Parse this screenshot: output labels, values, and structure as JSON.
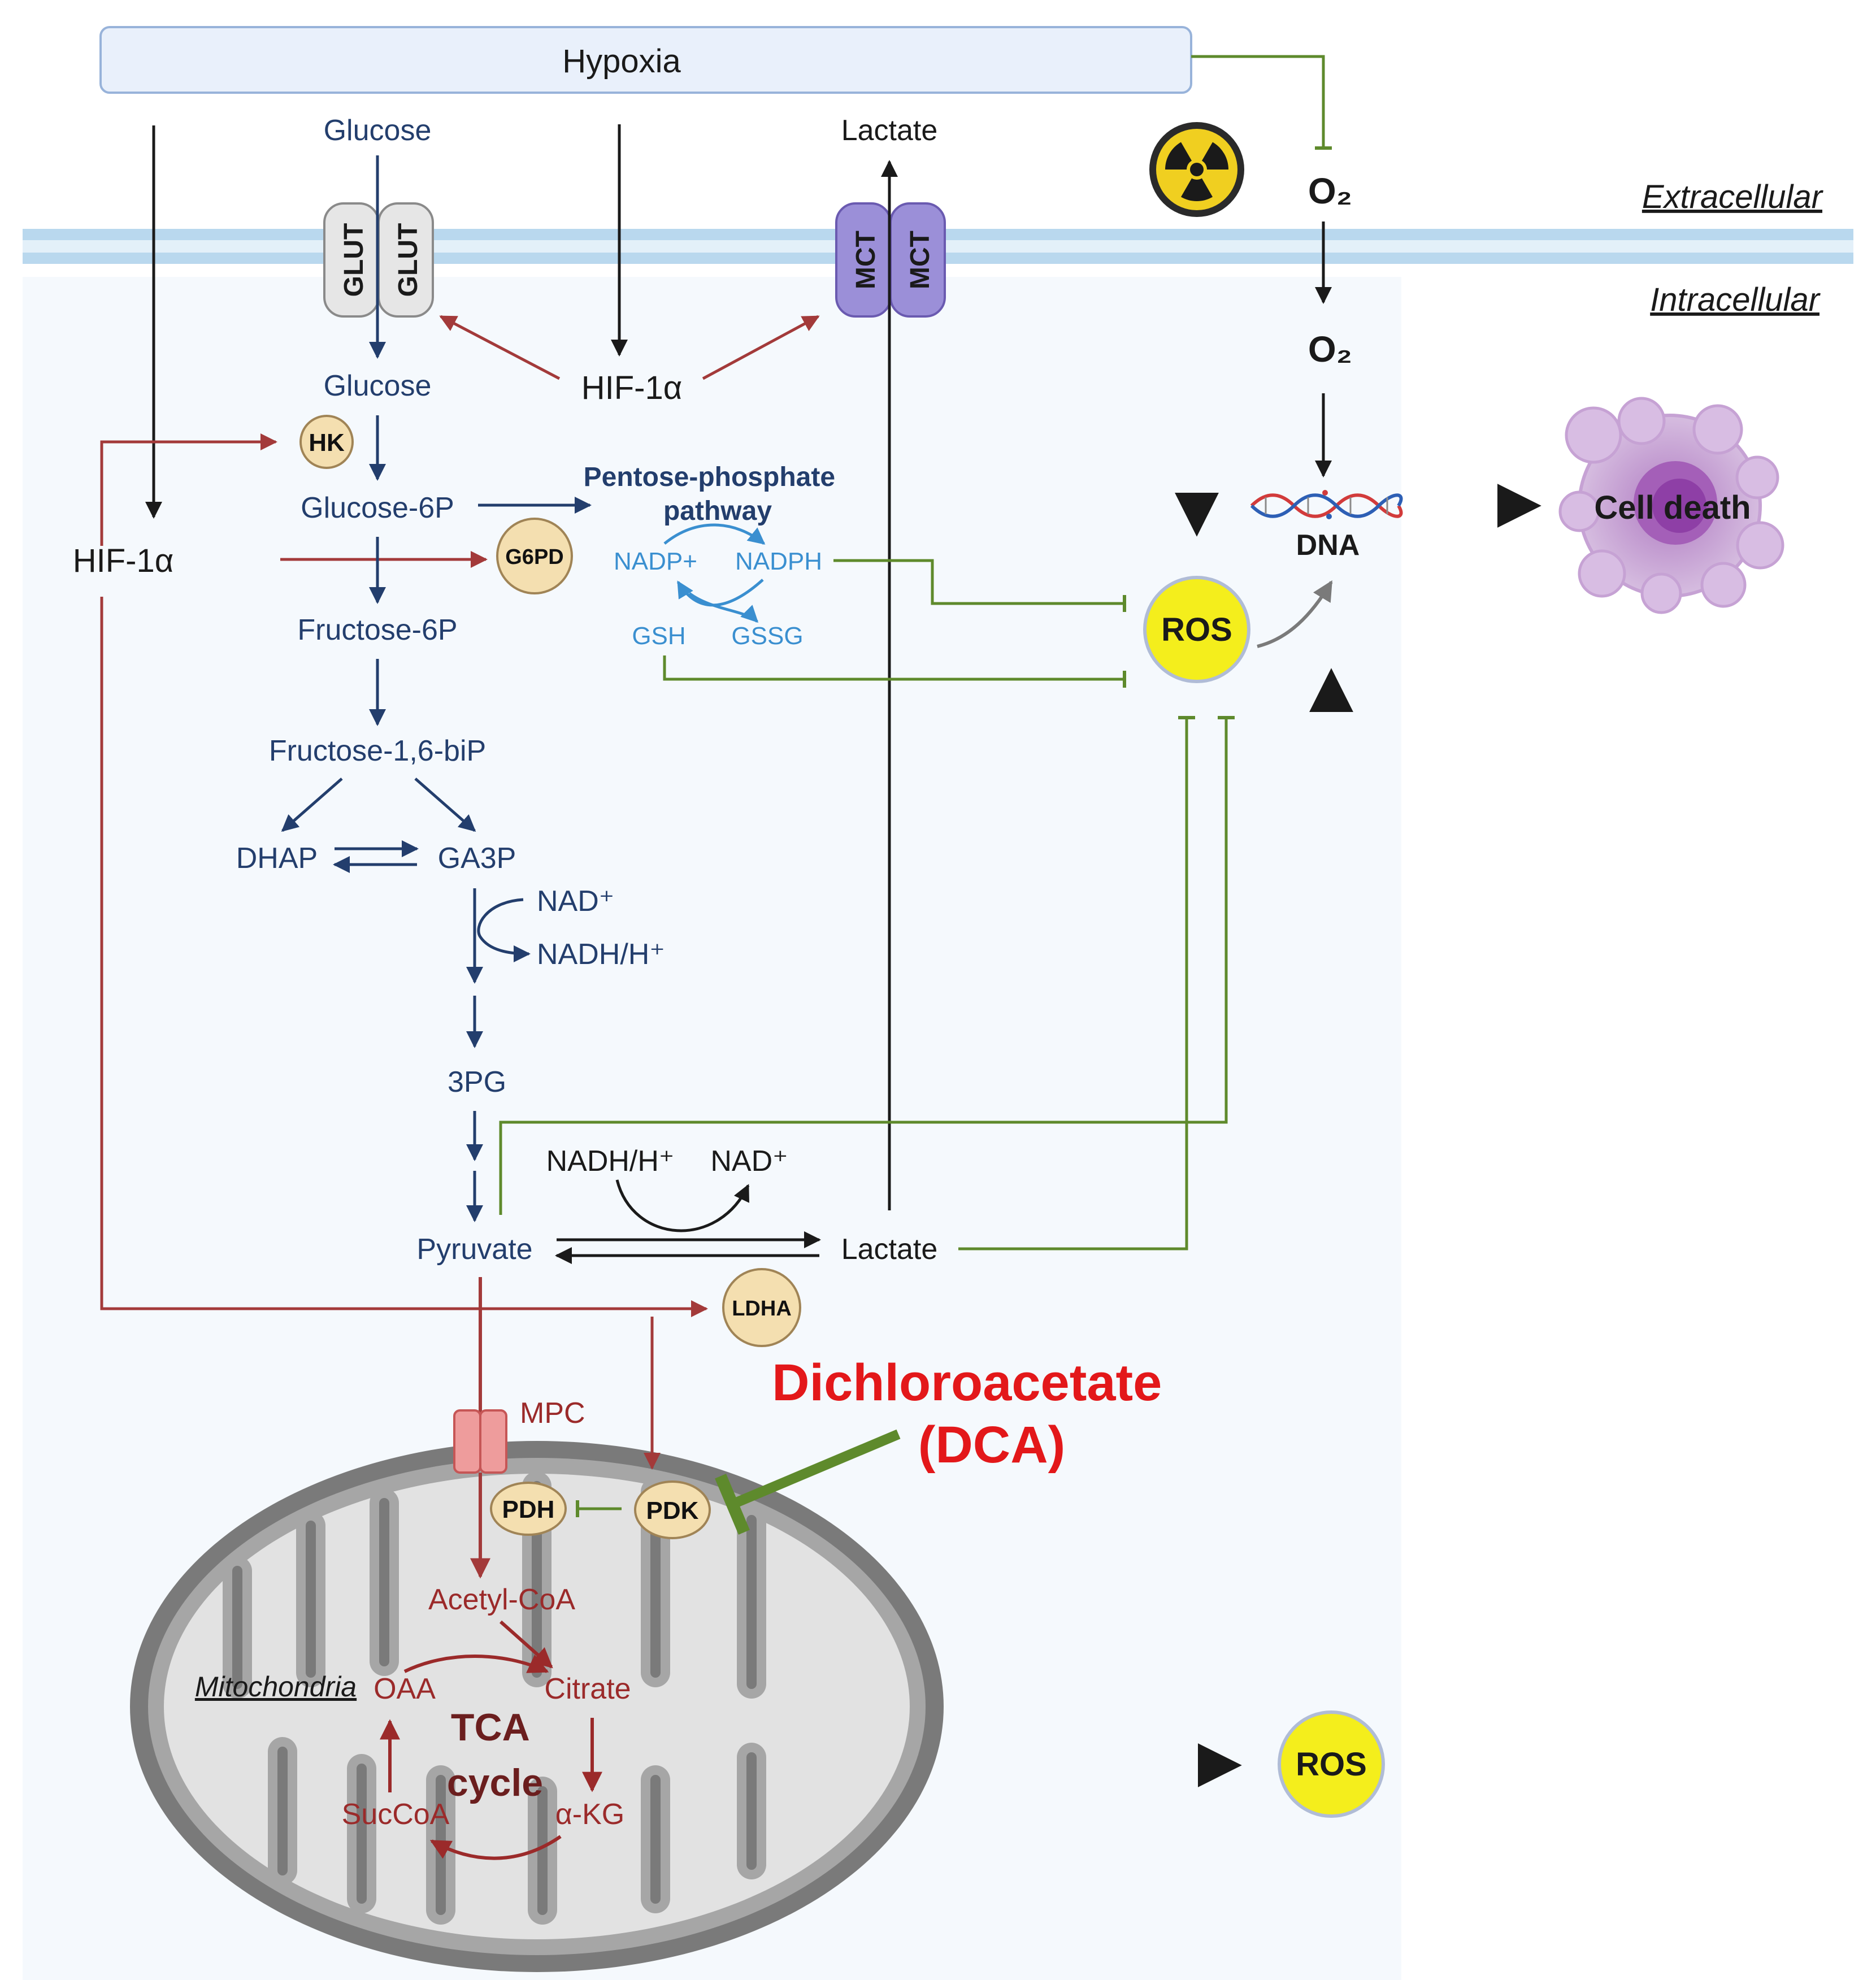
{
  "labels": {
    "hypoxia": "Hypoxia",
    "extracellular": "Extracellular",
    "intracellular": "Intracellular",
    "glucose_out": "Glucose",
    "lactate_out": "Lactate",
    "o2_out": "O₂",
    "o2_in": "O₂",
    "glut": "GLUT",
    "mct": "MCT",
    "hif_center": "HIF-1α",
    "hif_left": "HIF-1α",
    "glucose_in": "Glucose",
    "glucose6p": "Glucose-6P",
    "fructose6p": "Fructose-6P",
    "fructose16bip": "Fructose-1,6-biP",
    "dhap": "DHAP",
    "ga3p": "GA3P",
    "nad_plus_1": "NAD⁺",
    "nadh_1": "NADH/H⁺",
    "pg3": "3PG",
    "pyruvate": "Pyruvate",
    "nadh_2": "NADH/H⁺",
    "nad_plus_2": "NAD⁺",
    "lactate_in": "Lactate",
    "ppp_line1": "Pentose-phosphate",
    "ppp_line2": "pathway",
    "nadp_plus": "NADP+",
    "nadph": "NADPH",
    "gsh": "GSH",
    "gssg": "GSSG",
    "ros_top": "ROS",
    "ros_bottom": "ROS",
    "dna": "DNA",
    "cell_death": "Cell death",
    "dca_line1": "Dichloroacetate",
    "dca_line2": "(DCA)",
    "mpc": "MPC",
    "acetyl_coa": "Acetyl-CoA",
    "mitochondria": "Mitochondria",
    "oaa": "OAA",
    "citrate": "Citrate",
    "tca_line1": "TCA",
    "tca_line2": "cycle",
    "succoa": "SucCoA",
    "akg": "α-KG"
  },
  "enzymes": {
    "hk": "HK",
    "g6pd": "G6PD",
    "ldha": "LDHA",
    "pdh": "PDH",
    "pdk": "PDK"
  },
  "icons": {
    "radiation": "radiation-icon",
    "dna_helix": "dna-helix-icon",
    "dead_cell": "dead-cell-icon"
  },
  "colors": {
    "glycolysis": "#233e6d",
    "hif_activation": "#a33a3a",
    "inhibition": "#5e8a2c",
    "ppp_cofactors": "#3a8fd0",
    "dca_text": "#e3181a",
    "ros_fill": "#f4ee1c",
    "glut_transporter": "#e6e6e6",
    "mct_transporter": "#9b8fd8",
    "membrane": "#bcd9ee",
    "cytoplasm": "#f5f9fd",
    "mitochondria_outer": "#7a7a7a",
    "mitochondria_matrix": "#e2e2e2",
    "dead_cell": "#d2b3dc"
  }
}
